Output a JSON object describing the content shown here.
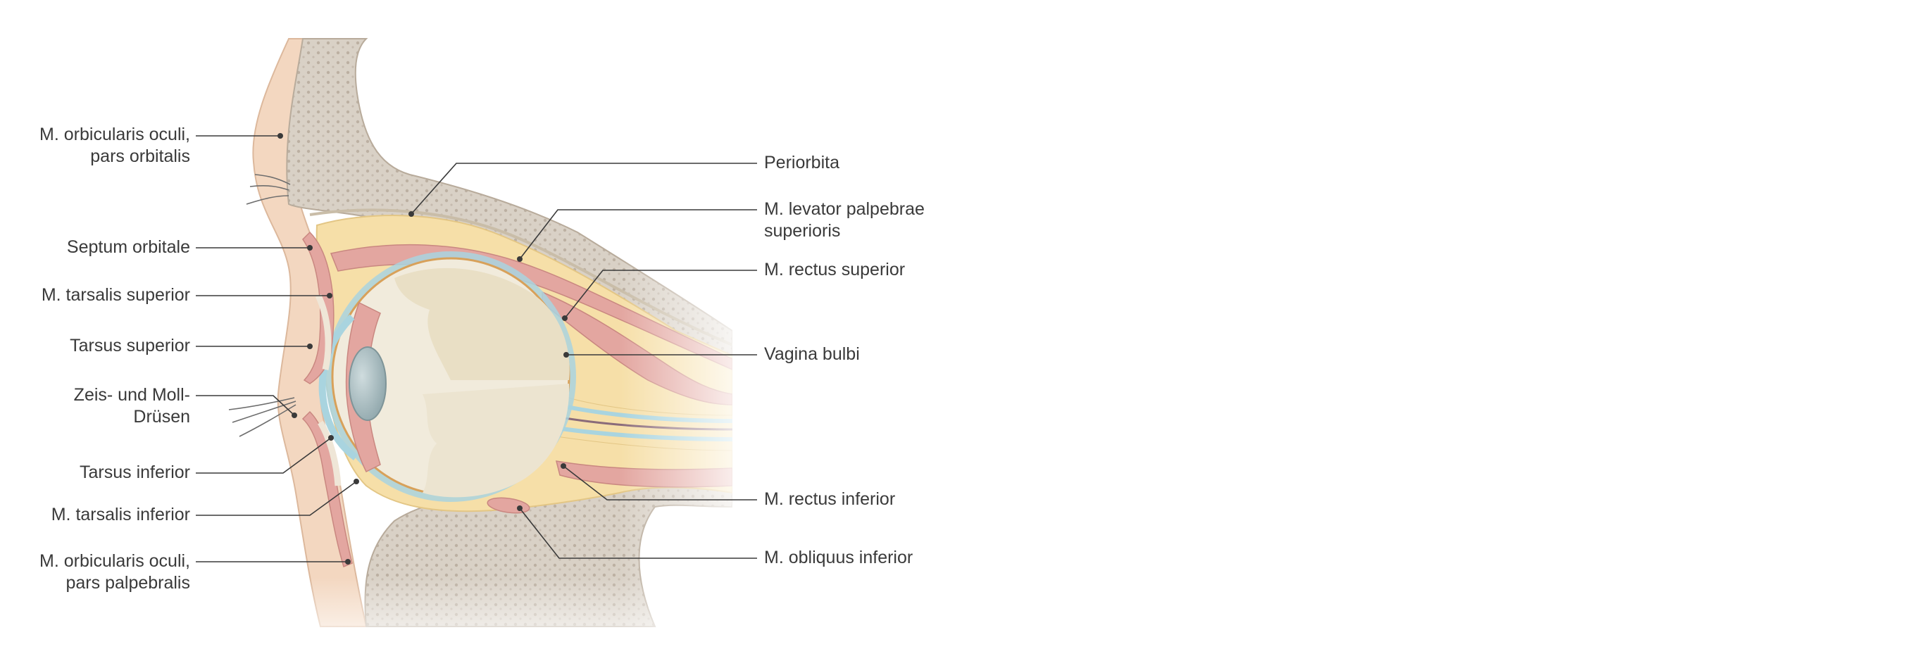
{
  "labels_left": [
    {
      "id": "orbicularis-oculi-orbitalis",
      "lines": [
        "M. orbicularis oculi,",
        "pars orbitalis"
      ]
    },
    {
      "id": "septum-orbitale",
      "lines": [
        "Septum orbitale"
      ]
    },
    {
      "id": "tarsalis-superior",
      "lines": [
        "M. tarsalis superior"
      ]
    },
    {
      "id": "tarsus-superior",
      "lines": [
        "Tarsus superior"
      ]
    },
    {
      "id": "zeis-moll-druesen",
      "lines": [
        "Zeis- und Moll-",
        "Drüsen"
      ]
    },
    {
      "id": "tarsus-inferior",
      "lines": [
        "Tarsus inferior"
      ]
    },
    {
      "id": "tarsalis-inferior",
      "lines": [
        "M. tarsalis inferior"
      ]
    },
    {
      "id": "orbicularis-oculi-palpebralis",
      "lines": [
        "M. orbicularis oculi,",
        "pars palpebralis"
      ]
    }
  ],
  "labels_right": [
    {
      "id": "periorbita",
      "lines": [
        "Periorbita"
      ]
    },
    {
      "id": "levator-palpebrae",
      "lines": [
        "M. levator palpebrae",
        "superioris"
      ]
    },
    {
      "id": "rectus-superior",
      "lines": [
        "M. rectus superior"
      ]
    },
    {
      "id": "vagina-bulbi",
      "lines": [
        "Vagina bulbi"
      ]
    },
    {
      "id": "rectus-inferior",
      "lines": [
        "M. rectus inferior"
      ]
    },
    {
      "id": "obliquus-inferior",
      "lines": [
        "M. obliquus inferior"
      ]
    }
  ],
  "colors": {
    "bone": "#d9d1c6",
    "bone_dots": "#b9ad9f",
    "fat": "#f6dfa8",
    "muscle": "#e3a6a0",
    "muscle_dark": "#c98780",
    "sclera": "#f1ebdc",
    "vitreous": "#e9dfc5",
    "capsule": "#a9d4df",
    "lens": "#9fb4b8",
    "text": "#3a3a3a",
    "leader": "#3a3a3a"
  }
}
